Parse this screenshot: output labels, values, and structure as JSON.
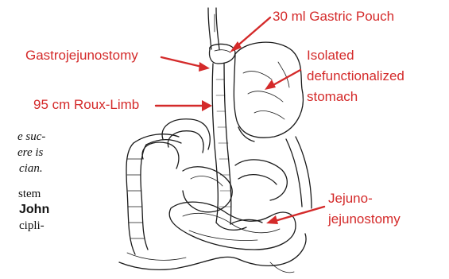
{
  "diagram": {
    "accent_color": "#d42a2a",
    "line_color": "#1a1a1a",
    "labels": {
      "gastric_pouch": "30 ml Gastric Pouch",
      "gastrojejunostomy": "Gastrojejunostomy",
      "isolated_stomach": [
        "Isolated",
        "defunctionalized",
        "stomach"
      ],
      "roux_limb": "95 cm Roux-Limb",
      "jejunojejunostomy": [
        "Jejuno-",
        "jejunostomy"
      ]
    }
  },
  "body_text_fragments": [
    {
      "text": "e suc-",
      "style": "italic"
    },
    {
      "text": "ere is",
      "style": "italic"
    },
    {
      "text": "cian.",
      "style": "italic"
    },
    {
      "text": "stem",
      "style": "normal"
    },
    {
      "text": "John",
      "style": "bold"
    },
    {
      "text": "cipli-",
      "style": "normal"
    }
  ]
}
